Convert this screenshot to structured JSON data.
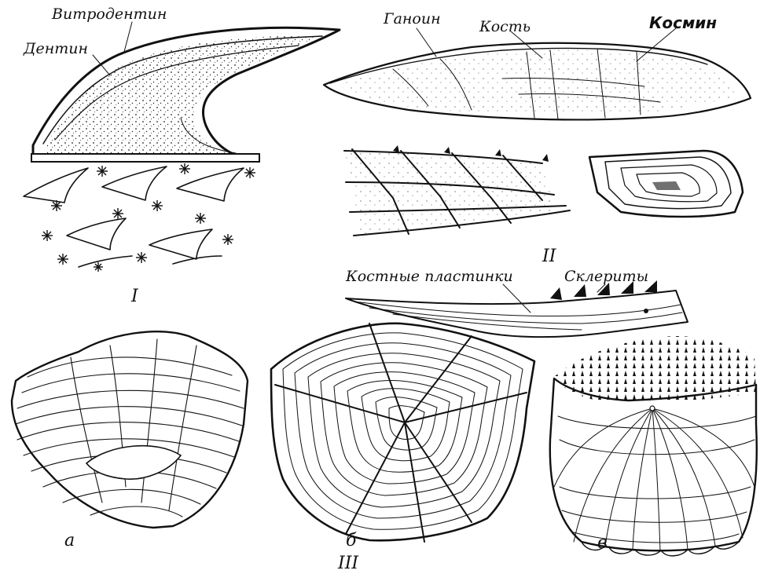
{
  "figure": {
    "panel_I": {
      "label_vitrodentin": "Витродентин",
      "label_dentin": "Дентин",
      "numeral": "I"
    },
    "panel_II": {
      "label_ganoin": "Ганоин",
      "label_kost": "Кость",
      "label_kosmin": "Космин",
      "numeral": "II"
    },
    "panel_bone_plates": {
      "label_kostnye_plastinki": "Костные пластинки",
      "label_skleritу": "Склериты"
    },
    "panel_III": {
      "sub_a": "а",
      "sub_b": "б",
      "sub_v": "в",
      "numeral": "III"
    }
  }
}
